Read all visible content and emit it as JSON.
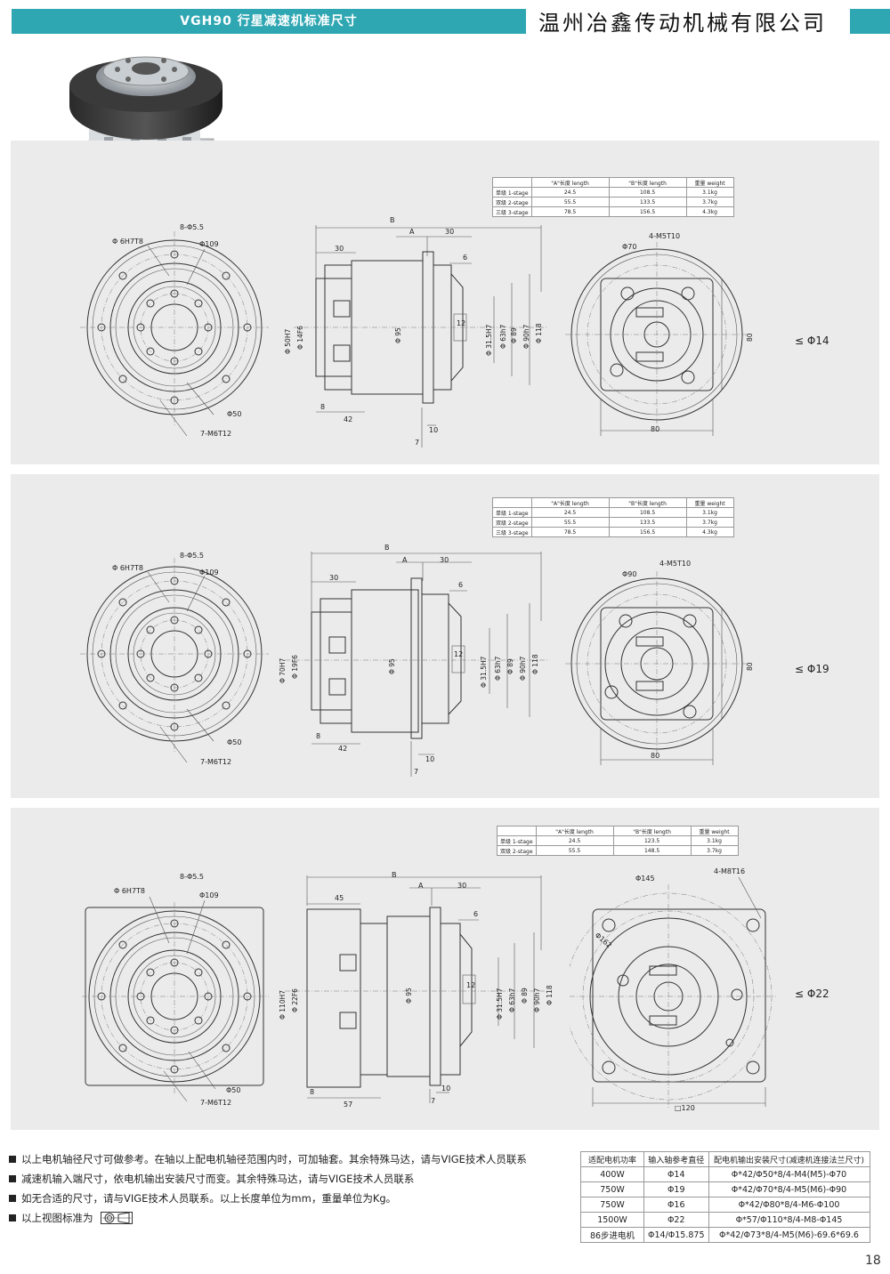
{
  "header": {
    "title": "VGH90 行星减速机标准尺寸",
    "company": "温州冶鑫传动机械有限公司"
  },
  "colors": {
    "accent": "#2fa7b3",
    "panel": "#ebebeb"
  },
  "panels": [
    {
      "table": {
        "headers": [
          "",
          "\"A\"长度 length",
          "\"B\"长度 length",
          "重量 weight"
        ],
        "rows": [
          [
            "单级 1-stage",
            "24.5",
            "108.5",
            "3.1kg"
          ],
          [
            "双级 2-stage",
            "55.5",
            "133.5",
            "3.7kg"
          ],
          [
            "三级 3-stage",
            "78.5",
            "156.5",
            "4.3kg"
          ]
        ]
      },
      "shaft": "≤ Φ14",
      "dims": {
        "pilot": "Φ 6H7T8",
        "holes": "8-Φ5.5",
        "pcd": "Φ109",
        "center": "Φ50",
        "taps": "7-M6T12",
        "len_b": "B",
        "len_a": "A",
        "len_30": "30",
        "len_30b": "30",
        "len_6": "6",
        "dia_in": "Φ 50H7",
        "dia_shaft": "Φ 14F6",
        "dia_body": "Φ 95",
        "len_12": "12",
        "dia_315": "Φ 31.5H7",
        "dia_63": "Φ 63h7",
        "dia_89": "Φ 89",
        "dia_90": "Φ 90h7",
        "dia_118": "Φ 118",
        "len_8": "8",
        "len_42": "42",
        "len_10": "10",
        "len_7": "7",
        "motor_pcd": "Φ70",
        "motor_taps": "4-M5T10",
        "sq_h": "80",
        "sq_w": "80"
      }
    },
    {
      "table": {
        "headers": [
          "",
          "\"A\"长度 length",
          "\"B\"长度 length",
          "重量 weight"
        ],
        "rows": [
          [
            "单级 1-stage",
            "24.5",
            "108.5",
            "3.1kg"
          ],
          [
            "双级 2-stage",
            "55.5",
            "133.5",
            "3.7kg"
          ],
          [
            "三级 3-stage",
            "78.5",
            "156.5",
            "4.3kg"
          ]
        ]
      },
      "shaft": "≤ Φ19",
      "dims": {
        "pilot": "Φ 6H7T8",
        "holes": "8-Φ5.5",
        "pcd": "Φ109",
        "center": "Φ50",
        "taps": "7-M6T12",
        "len_b": "B",
        "len_a": "A",
        "len_30": "30",
        "len_30b": "30",
        "len_6": "6",
        "dia_in": "Φ 70H7",
        "dia_shaft": "Φ 19F6",
        "dia_body": "Φ 95",
        "len_12": "12",
        "dia_315": "Φ 31.5H7",
        "dia_63": "Φ 63h7",
        "dia_89": "Φ 89",
        "dia_90": "Φ 90h7",
        "dia_118": "Φ 118",
        "len_8": "8",
        "len_42": "42",
        "len_10": "10",
        "len_7": "7",
        "motor_pcd": "Φ90",
        "motor_taps": "4-M5T10",
        "sq_h": "80",
        "sq_w": "80"
      }
    },
    {
      "table": {
        "headers": [
          "",
          "\"A\"长度 length",
          "\"B\"长度 length",
          "重量 weight"
        ],
        "rows": [
          [
            "单级 1-stage",
            "24.5",
            "123.5",
            "3.1kg"
          ],
          [
            "双级 2-stage",
            "55.5",
            "148.5",
            "3.7kg"
          ]
        ]
      },
      "shaft": "≤ Φ22",
      "dims": {
        "pilot": "Φ 6H7T8",
        "holes": "8-Φ5.5",
        "pcd": "Φ109",
        "center": "Φ50",
        "taps": "7-M6T12",
        "len_b": "B",
        "len_a": "A",
        "len_30": "45",
        "len_30b": "30",
        "len_6": "6",
        "dia_in": "Φ 110H7",
        "dia_shaft": "Φ 22F6",
        "dia_body": "Φ 95",
        "len_12": "12",
        "dia_315": "Φ 31.5H7",
        "dia_63": "Φ 63h7",
        "dia_89": "Φ 89",
        "dia_90": "Φ 90h7",
        "dia_118": "Φ 118",
        "len_8": "8",
        "len_42": "57",
        "len_10": "10",
        "len_7": "7",
        "motor_pcd": "Φ145",
        "motor_taps": "4-M8T16",
        "motor_dia": "Φ162",
        "sq_w": "□120"
      }
    }
  ],
  "notes": [
    "以上电机轴径尺寸可做参考。在轴以上配电机轴径范围内时，可加轴套。其余特殊马达，请与VIGE技术人员联系",
    "减速机输入端尺寸，依电机输出安装尺寸而变。其余特殊马达，请与VIGE技术人员联系",
    "如无合适的尺寸，请与VIGE技术人员联系。以上长度单位为mm，重量单位为Kg。",
    "以上视图标准为"
  ],
  "motor_table": {
    "headers": [
      "适配电机功率",
      "输入轴参考直径",
      "配电机输出安装尺寸(减速机连接法兰尺寸)"
    ],
    "rows": [
      [
        "400W",
        "Φ14",
        "Φ*42/Φ50*8/4-M4(M5)-Φ70"
      ],
      [
        "750W",
        "Φ19",
        "Φ*42/Φ70*8/4-M5(M6)-Φ90"
      ],
      [
        "750W",
        "Φ16",
        "Φ*42/Φ80*8/4-M6-Φ100"
      ],
      [
        "1500W",
        "Φ22",
        "Φ*57/Φ110*8/4-M8-Φ145"
      ],
      [
        "86步进电机",
        "Φ14/Φ15.875",
        "Φ*42/Φ73*8/4-M5(M6)-69.6*69.6"
      ]
    ]
  },
  "page_number": "18"
}
